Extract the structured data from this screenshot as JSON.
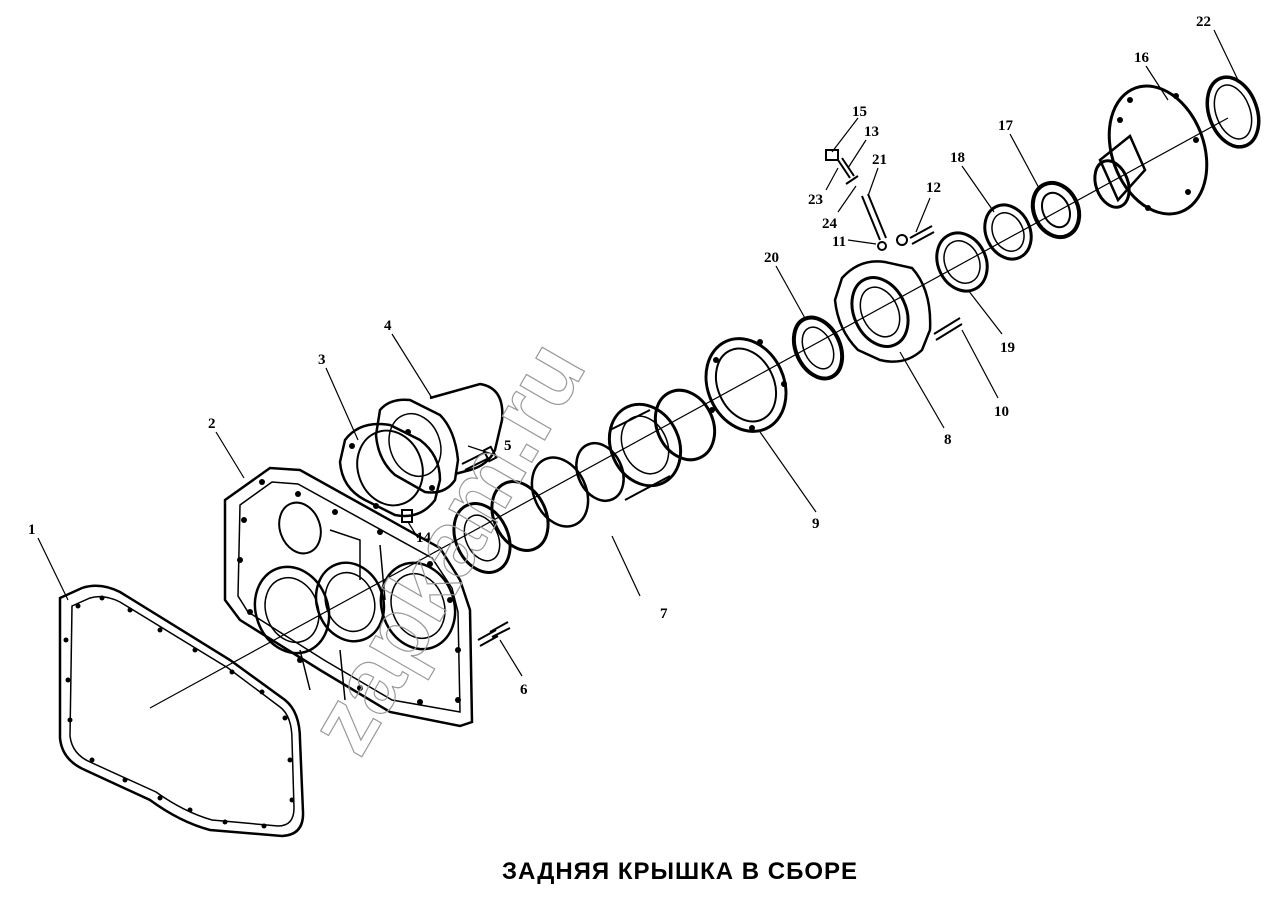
{
  "caption": "ЗАДНЯЯ КРЫШКА В СБОРЕ",
  "watermark": "zapkam.ru",
  "callouts": [
    {
      "id": "1",
      "label": "1"
    },
    {
      "id": "2",
      "label": "2"
    },
    {
      "id": "3",
      "label": "3"
    },
    {
      "id": "4",
      "label": "4"
    },
    {
      "id": "5",
      "label": "5"
    },
    {
      "id": "6",
      "label": "6"
    },
    {
      "id": "7",
      "label": "7"
    },
    {
      "id": "8",
      "label": "8"
    },
    {
      "id": "9",
      "label": "9"
    },
    {
      "id": "10",
      "label": "10"
    },
    {
      "id": "11",
      "label": "11"
    },
    {
      "id": "12",
      "label": "12"
    },
    {
      "id": "13",
      "label": "13"
    },
    {
      "id": "14",
      "label": "14"
    },
    {
      "id": "15",
      "label": "15"
    },
    {
      "id": "16",
      "label": "16"
    },
    {
      "id": "17",
      "label": "17"
    },
    {
      "id": "18",
      "label": "18"
    },
    {
      "id": "19",
      "label": "19"
    },
    {
      "id": "20",
      "label": "20"
    },
    {
      "id": "21",
      "label": "21"
    },
    {
      "id": "22",
      "label": "22"
    },
    {
      "id": "23",
      "label": "23"
    },
    {
      "id": "24",
      "label": "24"
    }
  ],
  "colors": {
    "ink": "#000000",
    "watermark": "#9a9a9a",
    "background": "#ffffff"
  }
}
